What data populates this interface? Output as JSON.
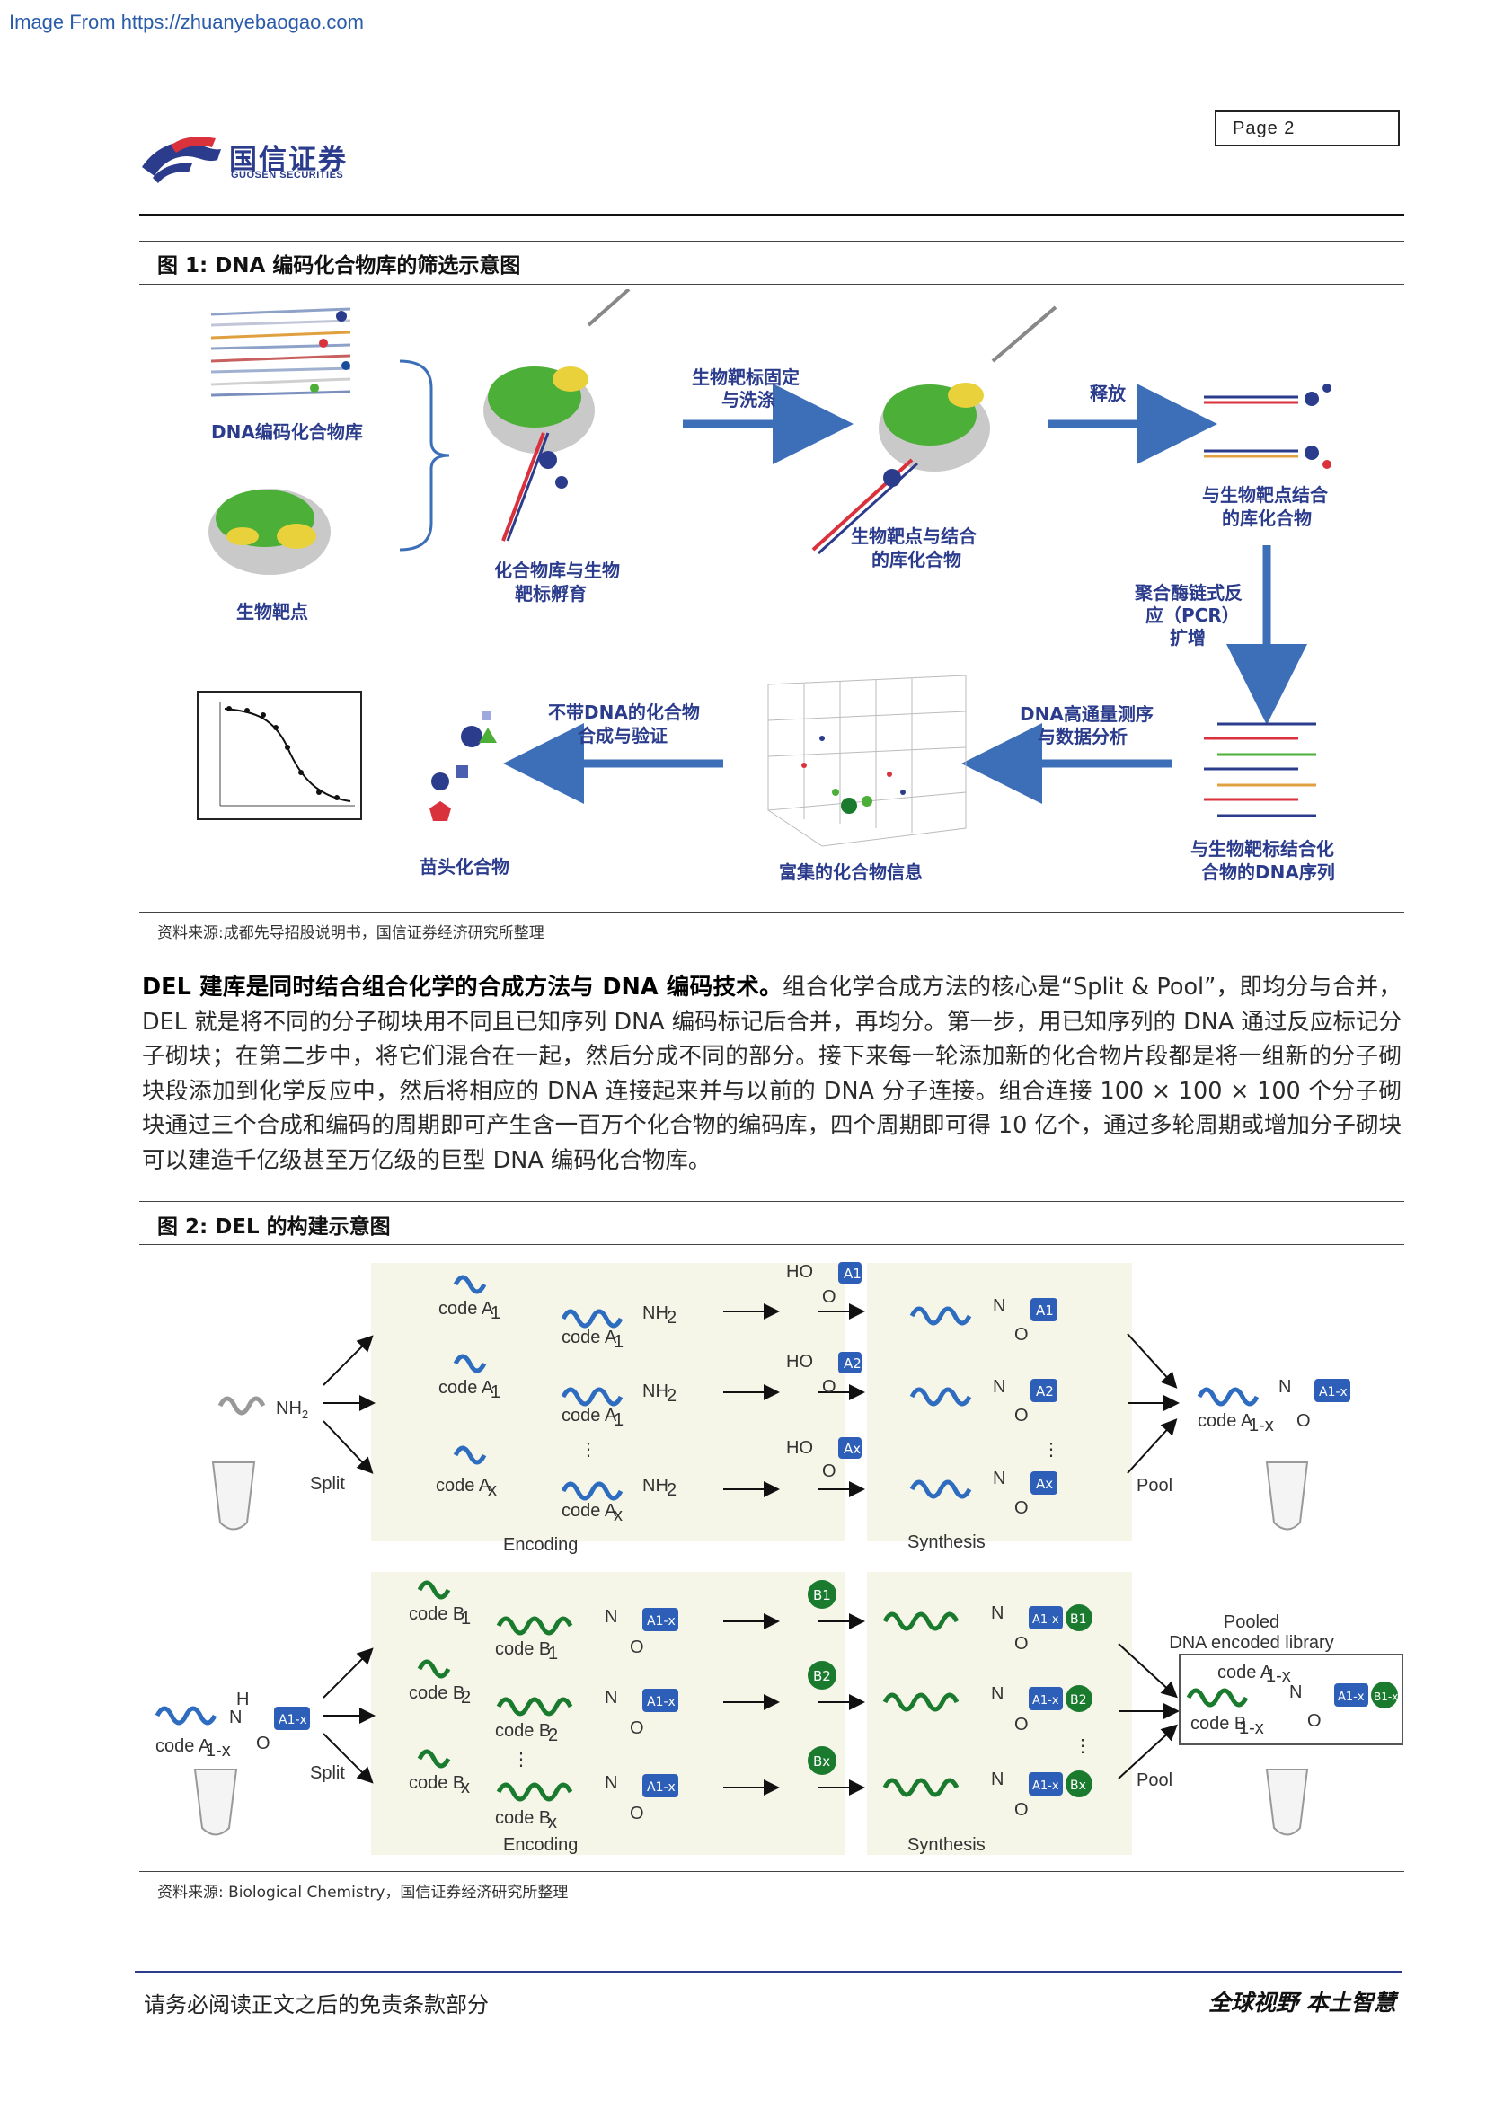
{
  "header": {
    "source_url": "Image From https://zhuanyebaogao.com",
    "page_label": "Page  2",
    "logo_cn": "国信证券",
    "logo_en": "GUOSEN SECURITIES"
  },
  "figure1": {
    "title": "图 1:  DNA 编码化合物库的筛选示意图",
    "labels": {
      "library": "DNA编码化合物库",
      "target": "生物靶点",
      "incubate_1": "化合物库与生物",
      "incubate_2": "靶标孵育",
      "fix_1": "生物靶标固定",
      "fix_2": "与洗涤",
      "bound_1": "生物靶点与结合",
      "bound_2": "的库化合物",
      "release": "释放",
      "released_1": "与生物靶点结合",
      "released_2": "的库化合物",
      "pcr_1": "聚合酶链式反",
      "pcr_2": "应（PCR）",
      "pcr_3": "扩增",
      "seq_result_1": "与生物靶标结合化",
      "seq_result_2": "合物的DNA序列",
      "ngs_1": "DNA高通量测序",
      "ngs_2": "与数据分析",
      "enriched": "富集的化合物信息",
      "offdna_1": "不带DNA的化合物",
      "offdna_2": "合成与验证",
      "lead": "苗头化合物"
    },
    "source": "资料来源:成都先导招股说明书，国信证券经济研究所整理"
  },
  "paragraph": {
    "bold_lead": "DEL 建库是同时结合组合化学的合成方法与 DNA 编码技术。",
    "body": "组合化学合成方法的核心是“Split & Pool”，即均分与合并，DEL 就是将不同的分子砌块用不同且已知序列 DNA 编码标记后合并，再均分。第一步，用已知序列的 DNA 通过反应标记分子砌块；在第二步中，将它们混合在一起，然后分成不同的部分。接下来每一轮添加新的化合物片段都是将一组新的分子砌块段添加到化学反应中，然后将相应的 DNA 连接起来并与以前的 DNA 分子连接。组合连接 100 × 100 × 100 个分子砌块通过三个合成和编码的周期即可产生含一百万个化合物的编码库，四个周期即可得 10 亿个，通过多轮周期或增加分子砌块可以建造千亿级甚至万亿级的巨型 DNA 编码化合物库。"
  },
  "figure2": {
    "title": "图 2:  DEL 的构建示意图",
    "labels": {
      "nh2": "NH",
      "two": "2",
      "code_a": "code A",
      "code_b": "code B",
      "code_a1x": "code A",
      "code_b1x": "code B",
      "sub_1": "1",
      "sub_2": "2",
      "sub_x": "x",
      "sub_1x": "1-x",
      "split": "Split",
      "pool": "Pool",
      "encoding": "Encoding",
      "synthesis": "Synthesis",
      "ho": "HO",
      "h": "H",
      "n": "N",
      "o": "O",
      "dots": "⋮",
      "pooled_1": "Pooled",
      "pooled_2": "DNA encoded library",
      "a1": "A1",
      "a2": "A2",
      "ax": "Ax",
      "a1x": "A1-x",
      "b1": "B1",
      "b2": "B2",
      "bx": "Bx",
      "b1x": "B1-x"
    },
    "source": "资料来源: Biological Chemistry，国信证券经济研究所整理"
  },
  "footer": {
    "left": "请务必阅读正文之后的免责条款部分",
    "right": "全球视野  本土智慧"
  },
  "colors": {
    "brand_blue": "#2b3c8c",
    "logo_red": "#d9323c",
    "arrow_blue": "#3c6fb8",
    "green": "#4caf37",
    "dark_green": "#1a7a2e"
  }
}
